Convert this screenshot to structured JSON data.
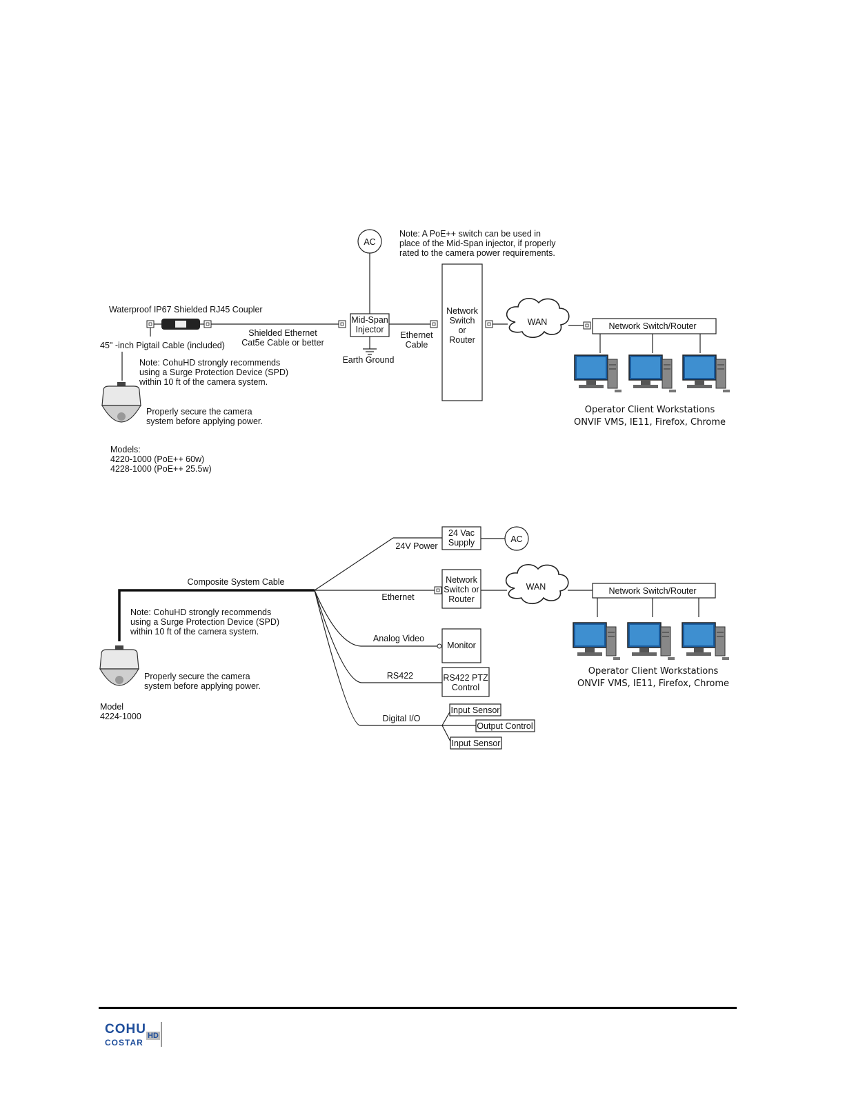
{
  "diagram1": {
    "ac": "AC",
    "note_poe": [
      "Note: A PoE++ switch can be used in",
      "place of the Mid-Span injector, if properly",
      "rated to the camera power requirements."
    ],
    "coupler": "Waterproof IP67 Shielded RJ45 Coupler",
    "pigtail": "45\" -inch Pigtail Cable (included)",
    "shielded": [
      "Shielded Ethernet",
      "Cat5e Cable or better"
    ],
    "midspan": [
      "Mid-Span",
      "Injector"
    ],
    "earth": "Earth Ground",
    "ethernet_cable": [
      "Ethernet",
      "Cable"
    ],
    "switch": [
      "Network",
      "Switch",
      "or",
      "Router"
    ],
    "wan": "WAN",
    "net_router": "Network Switch/Router",
    "workstations": [
      "Operator Client Workstations",
      "ONVIF VMS, IE11, Firefox, Chrome"
    ],
    "note_spd": [
      "Note: CohuHD strongly recommends",
      "using a Surge Protection Device (SPD)",
      "within 10 ft of the camera system."
    ],
    "secure": [
      "Properly secure the camera",
      "system before applying power."
    ],
    "models": [
      "Models:",
      "4220-1000 (PoE++ 60w)",
      "4228-1000 (PoE++ 25.5w)"
    ]
  },
  "diagram2": {
    "composite": "Composite System Cable",
    "power": "24V Power",
    "supply": [
      "24 Vac",
      "Supply"
    ],
    "ac": "AC",
    "ethernet": "Ethernet",
    "switch": [
      "Network",
      "Switch or",
      "Router"
    ],
    "wan": "WAN",
    "net_router": "Network Switch/Router",
    "analog": "Analog Video",
    "monitor": "Monitor",
    "rs422": "RS422",
    "ptz": [
      "RS422 PTZ",
      "Control"
    ],
    "dio": "Digital I/O",
    "input1": "Input Sensor",
    "output": "Output Control",
    "input2": "Input Sensor",
    "workstations": [
      "Operator Client Workstations",
      "ONVIF VMS, IE11, Firefox, Chrome"
    ],
    "note_spd": [
      "Note: CohuHD strongly recommends",
      "using a Surge Protection Device (SPD)",
      "within 10 ft of the camera system."
    ],
    "secure": [
      "Properly secure the camera",
      "system before applying power."
    ],
    "model": [
      "Model",
      "4224-1000"
    ]
  },
  "footer": {
    "logo_top": "COHU",
    "logo_hd": "HD",
    "logo_bottom": "COSTAR"
  }
}
